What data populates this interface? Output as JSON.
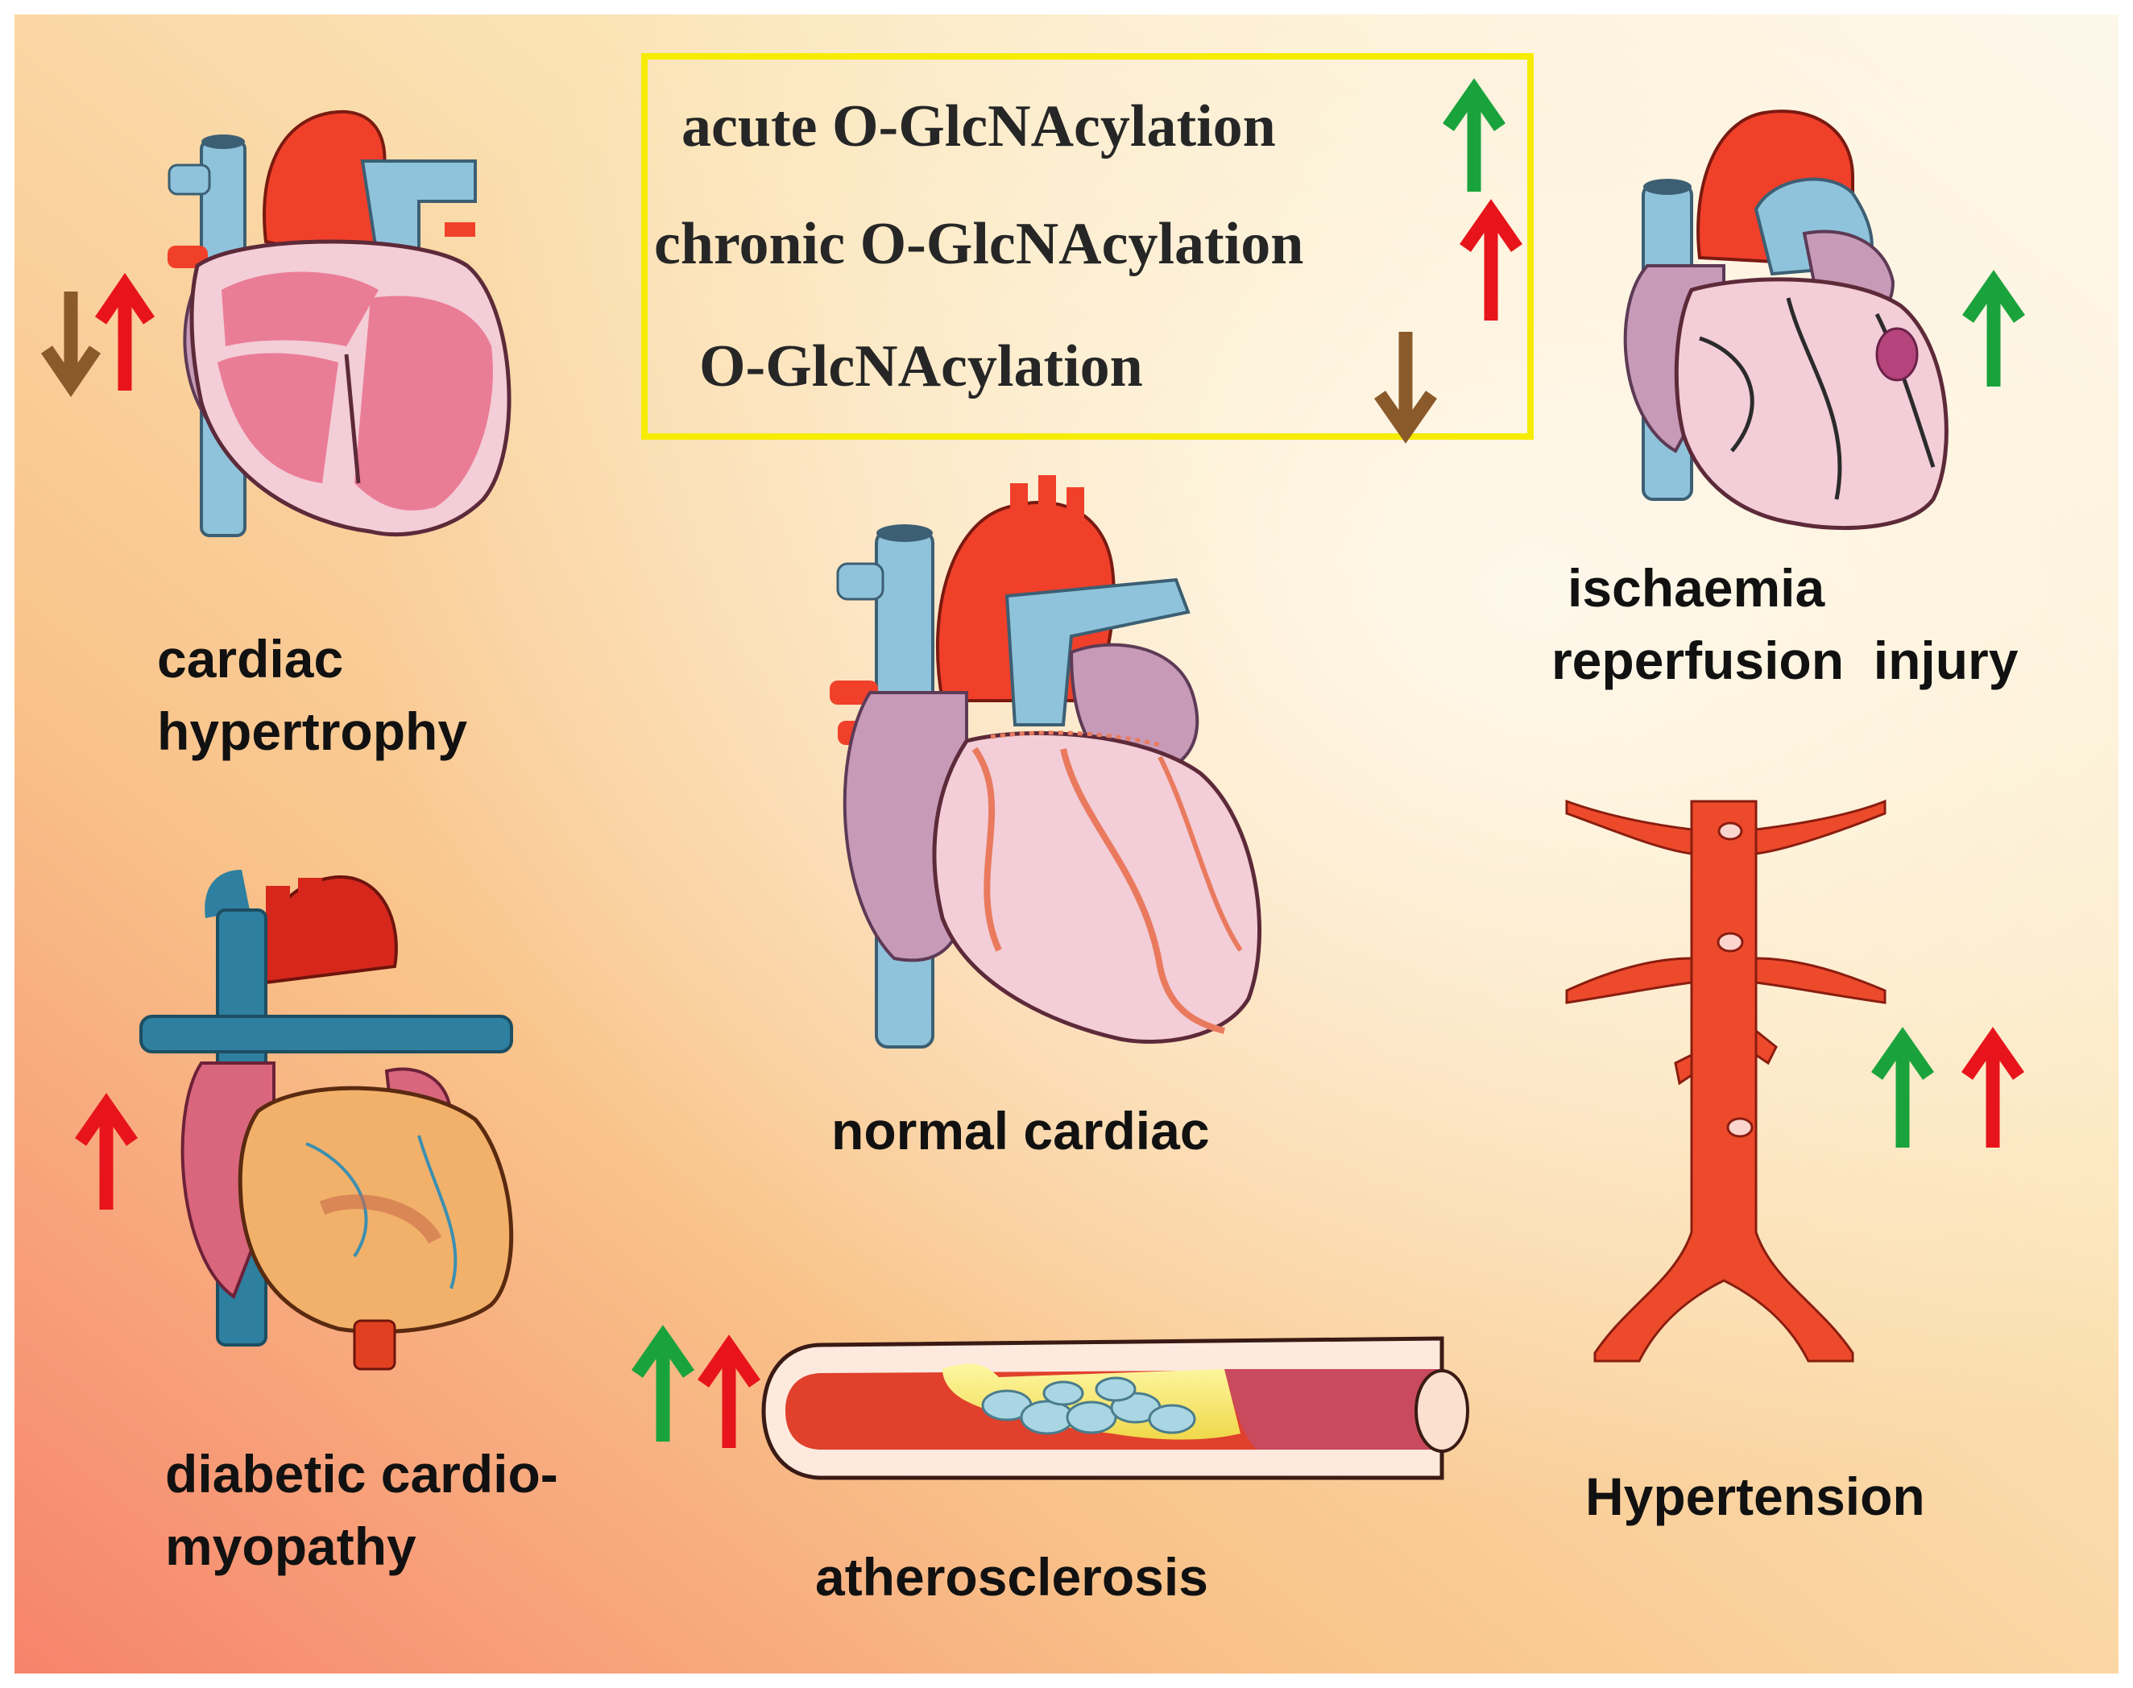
{
  "legend": {
    "rows": [
      {
        "text": "acute O-GlcNAcylation",
        "arrow": "up",
        "arrow_color": "#1aa33c"
      },
      {
        "text": "chronic O-GlcNAcylation",
        "arrow": "up",
        "arrow_color": "#e8141b"
      },
      {
        "text": "O-GlcNAcylation",
        "arrow": "down",
        "arrow_color": "#8b5a2b"
      }
    ],
    "border_color": "#f5ec00"
  },
  "panels": {
    "cardiac_hypertrophy": {
      "label_line1": "cardiac",
      "label_line2": "hypertrophy",
      "arrows": [
        "down-brown",
        "up-red"
      ]
    },
    "normal_cardiac": {
      "label": "normal cardiac"
    },
    "ischaemia": {
      "label_line1": "ischaemia",
      "label_line2": "reperfusion  injury",
      "arrows": [
        "up-green"
      ]
    },
    "diabetic": {
      "label_line1": "diabetic cardio-",
      "label_line2": "myopathy",
      "arrows": [
        "up-red"
      ]
    },
    "atherosclerosis": {
      "label": "atherosclerosis",
      "arrows": [
        "up-green",
        "up-red"
      ]
    },
    "hypertension": {
      "label": "Hypertension",
      "arrows": [
        "up-green",
        "up-red"
      ]
    }
  },
  "colors": {
    "up_acute": "#1aa33c",
    "up_chronic": "#e8141b",
    "down": "#8b5a2b",
    "artery_red": "#f0402a",
    "vein_blue": "#8fc3dc",
    "heart_pink": "#f3cdd8",
    "atrium_purple": "#c79ab8"
  },
  "icons": [
    "heart-section-icon",
    "heart-icon",
    "ischemic-heart-icon",
    "diabetic-heart-icon",
    "artery-plaque-icon",
    "aorta-icon",
    "up-arrow-icon",
    "down-arrow-icon"
  ]
}
